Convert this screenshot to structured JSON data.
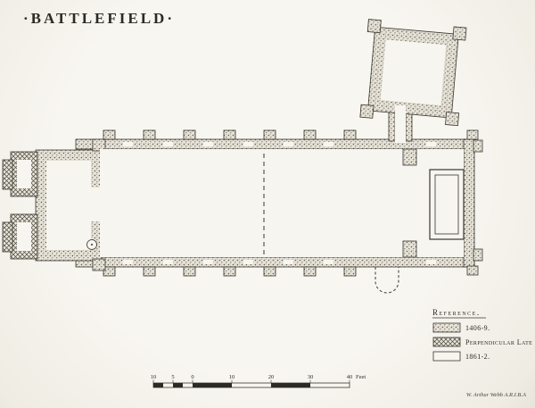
{
  "title": "·BATTLEFIELD·",
  "legend": {
    "heading": "Reference.",
    "items": [
      {
        "label": "1406-9.",
        "pattern": "stipple"
      },
      {
        "label": "Perpendicular Late",
        "pattern": "crosshatch"
      },
      {
        "label": "1861-2.",
        "pattern": "plain"
      }
    ]
  },
  "scale_bar": {
    "ticks": [
      "10",
      "5",
      "0",
      "10",
      "20",
      "30",
      "40"
    ],
    "unit": "Feet"
  },
  "signature": "W. Arthur Webb A.R.I.B.A",
  "colors": {
    "paper": "#f7f5ef",
    "ink": "#2c2a25"
  }
}
